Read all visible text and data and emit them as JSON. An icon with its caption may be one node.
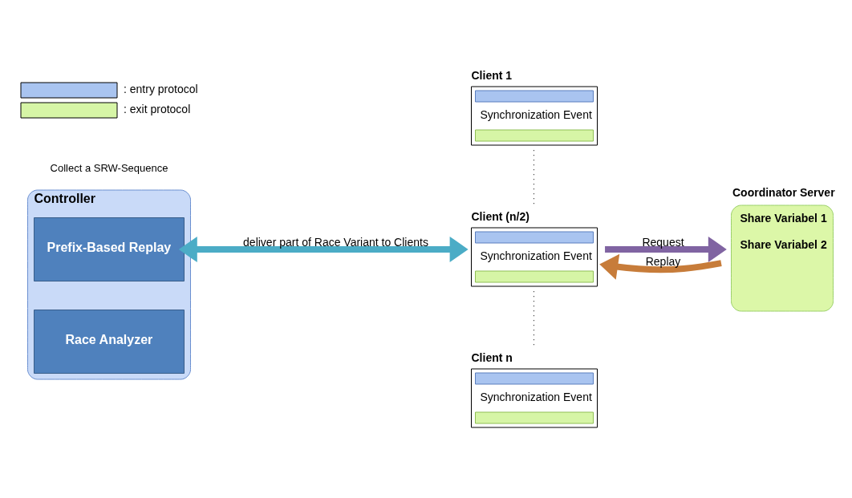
{
  "diagram": {
    "nodes": [
      {
        "text": [
          "Controller"
        ]
      },
      {
        "text": [
          "Prefix-Based Replay"
        ],
        "in": 0
      },
      {
        "text": [
          "Race Analyzer"
        ],
        "in": 0
      },
      {
        "text": [
          "Client 1",
          "Synchronization Event"
        ]
      },
      {
        "text": [
          "Client (n/2)",
          "Synchronization Event"
        ]
      },
      {
        "text": [
          "Client n",
          "Synchronization Event"
        ]
      },
      {
        "text": [
          "Coordinator Server",
          "Share Variabel 1",
          "Share Variabel 2"
        ]
      }
    ],
    "edges": [
      {
        "from": 1,
        "to": 4,
        "arrow": "both",
        "label": "deliver part of Race Variant to Clients",
        "color": "#4bacc6"
      },
      {
        "from": 3,
        "to": 4,
        "arrow": "none",
        "style": "dashed"
      },
      {
        "from": 4,
        "to": 5,
        "arrow": "none",
        "style": "dashed"
      },
      {
        "from": 4,
        "to": 6,
        "arrow": "to",
        "label": "Request",
        "color": "#8064a2"
      },
      {
        "from": 6,
        "to": 4,
        "arrow": "to",
        "label": "Replay",
        "color": "#c77c3a"
      }
    ],
    "labels": [
      "Collect a SRW-Sequence"
    ],
    "legend": [
      {
        "text": ": entry protocol",
        "color": "#a9c4f0"
      },
      {
        "text": ": exit protocol",
        "color": "#d6f5a6"
      }
    ]
  }
}
